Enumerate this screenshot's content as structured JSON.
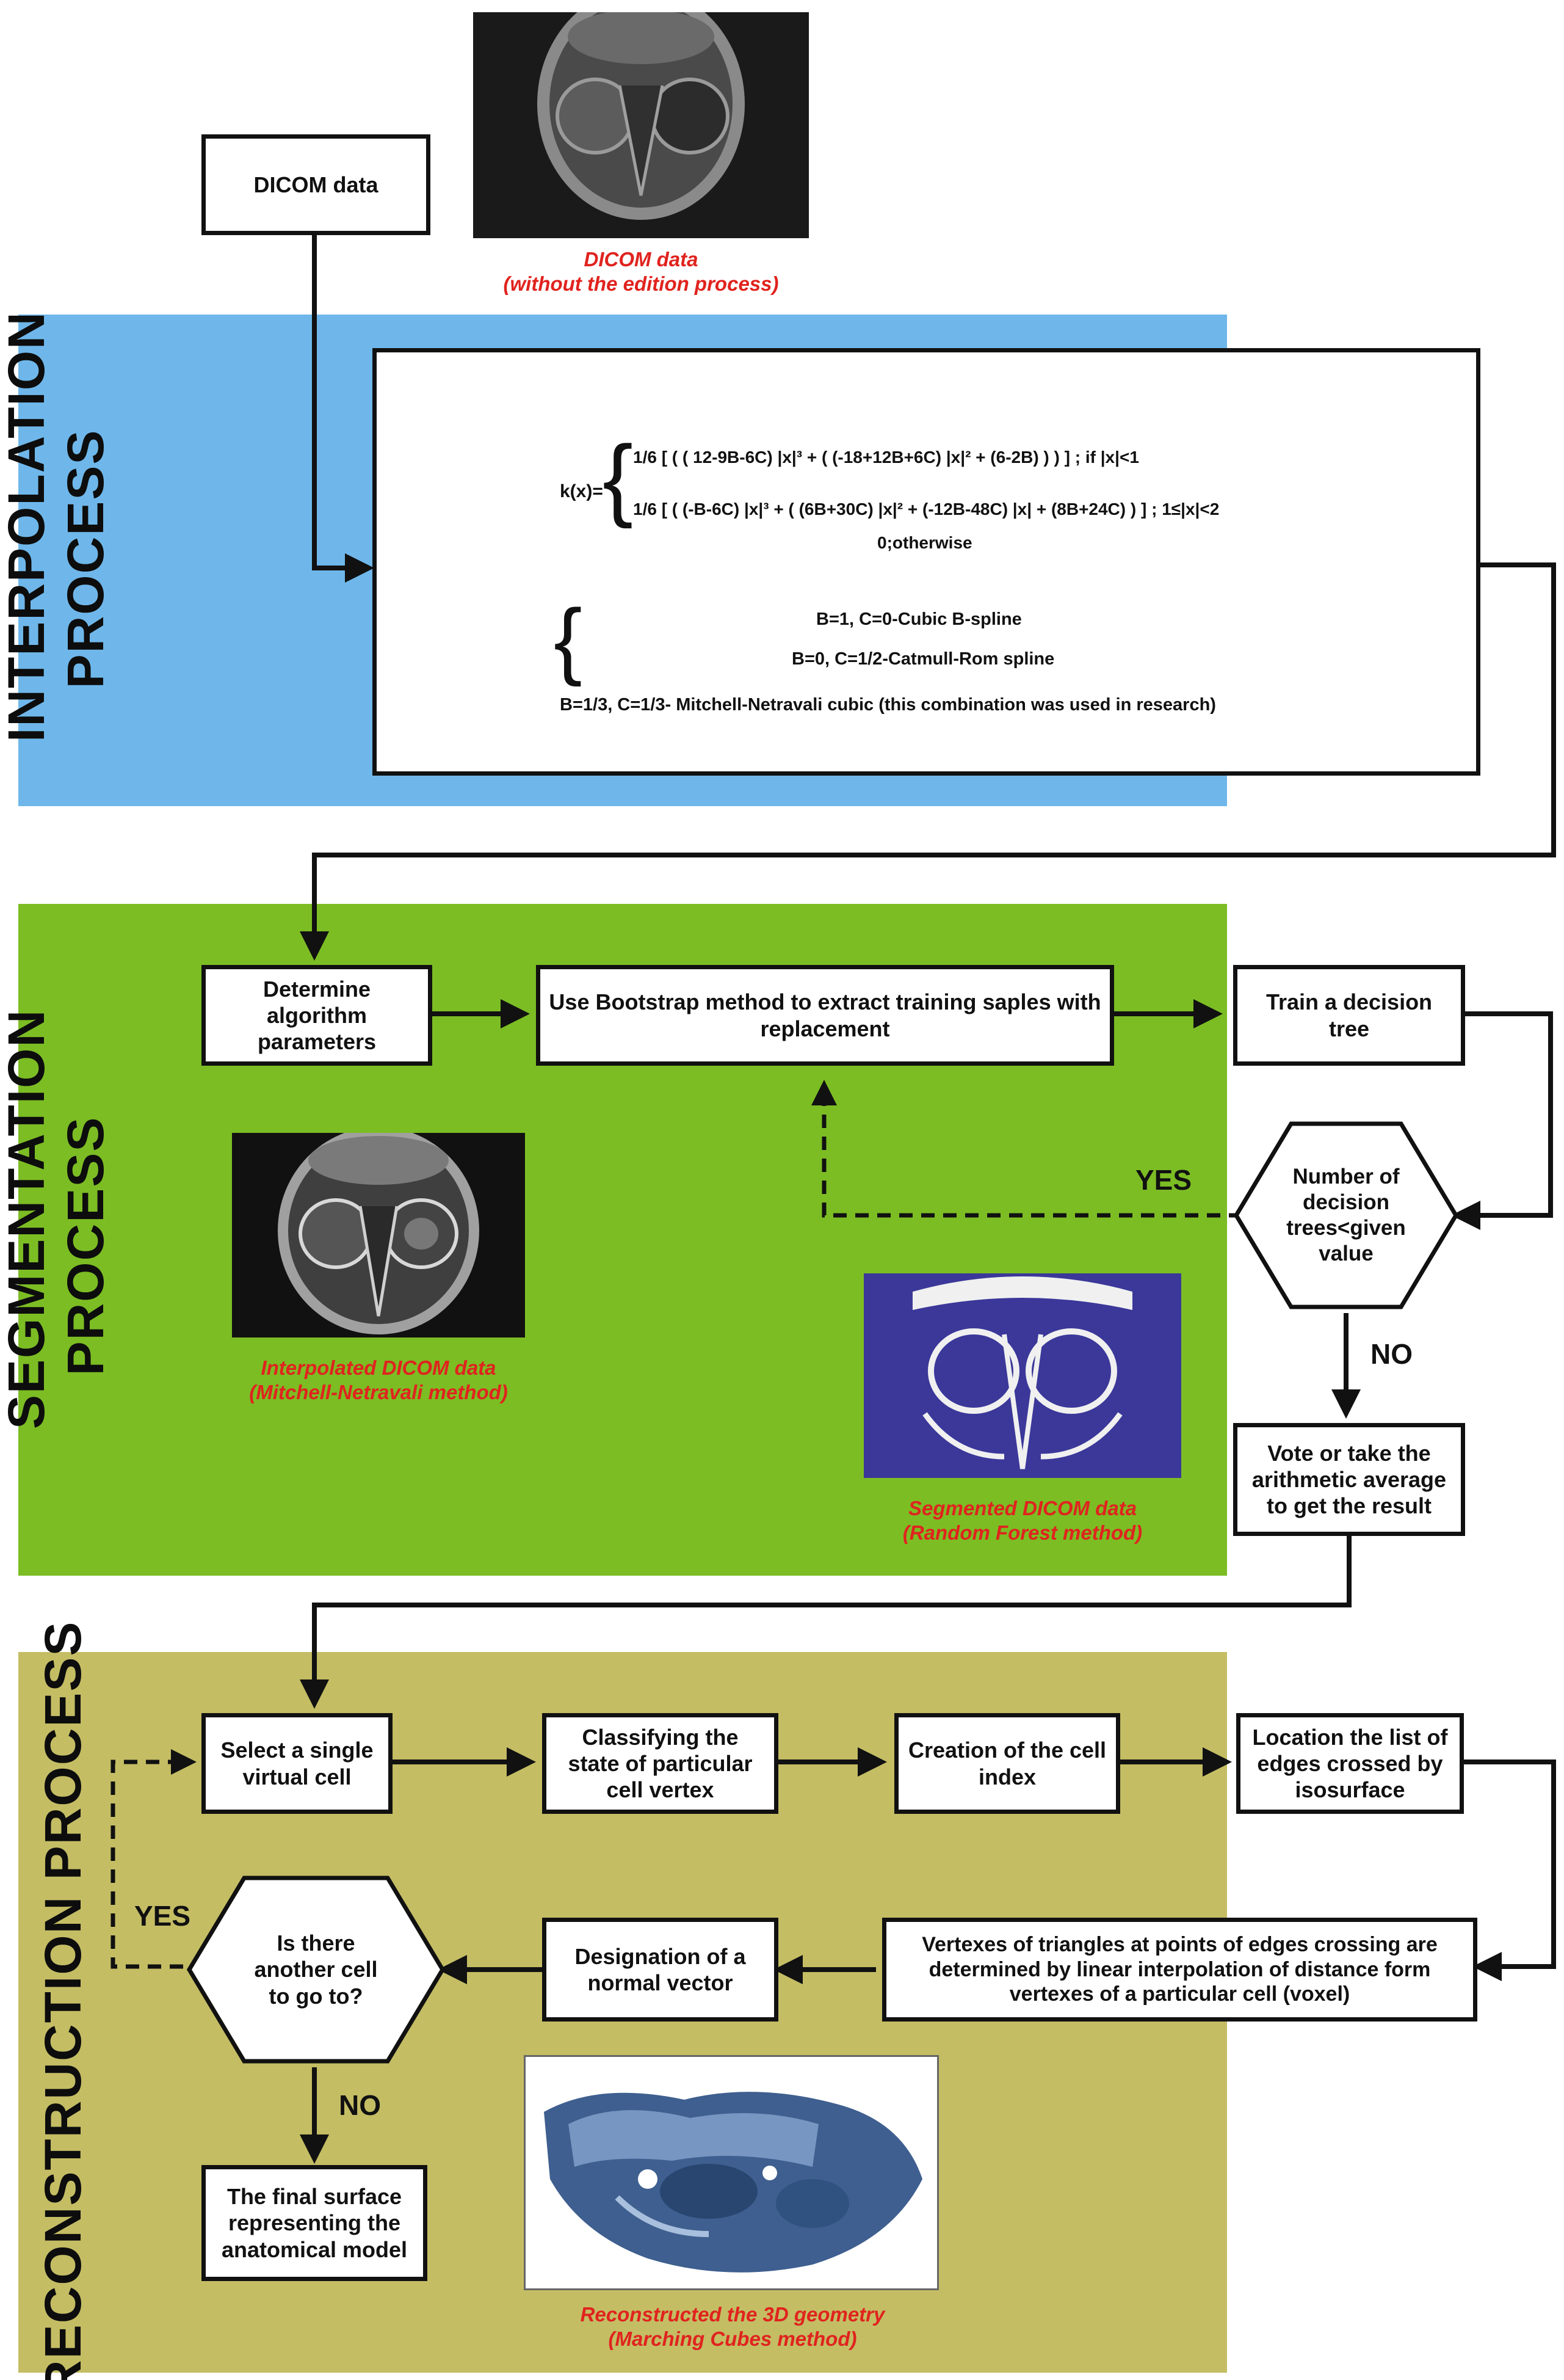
{
  "sections": {
    "interpolation": {
      "title_line1": "INTERPOLATION",
      "title_line2": "PROCESS",
      "color": "#6fb7ea"
    },
    "segmentation": {
      "title_line1": "SEGMENTATION",
      "title_line2": "PROCESS",
      "color": "#7cbd24"
    },
    "reconstruction": {
      "title": "RECONSTRUCTION PROCESS",
      "color": "#c4bd64"
    }
  },
  "top": {
    "dicom_box": "DICOM data",
    "dicom_caption": "DICOM data\n(without the edition process)"
  },
  "formula": {
    "lhs": "k(x)=",
    "row1": "1/6 [ ( ( 12-9B-6C) |x|³ + ( (-18+12B+6C) |x|² + (6-2B) ) ) ] ; if |x|<1",
    "row2": "1/6 [ ( (-B-6C) |x|³ + ( (6B+30C) |x|² + (-12B-48C) |x| + (8B+24C) ) ] ; 1≤|x|<2",
    "row3": "0;otherwise",
    "opt1": "B=1, C=0-Cubic B-spline",
    "opt2": "B=0, C=1/2-Catmull-Rom spline",
    "opt3": "B=1/3, C=1/3- Mitchell-Netravali cubic (this combination was used in research)"
  },
  "segmentation": {
    "determine": "Determine algorithm parameters",
    "bootstrap": "Use Bootstrap method to extract training saples with replacement",
    "train": "Train a decision tree",
    "number": "Number of decision trees<given value",
    "vote": "Vote or take the arithmetic average to get the result",
    "yes": "YES",
    "no": "NO",
    "interp_caption": "Interpolated DICOM data\n(Mitchell-Netravali method)",
    "seg_caption": "Segmented DICOM data\n(Random Forest method)"
  },
  "reconstruction": {
    "select": "Select a single virtual cell",
    "classify": "Classifying the state of particular cell vertex",
    "creation": "Creation of the cell index",
    "location": "Location the list of edges crossed by isosurface",
    "vertexes": "Vertexes of triangles at points of edges crossing are determined by linear interpolation of distance form vertexes of a particular cell (voxel)",
    "normal": "Designation of a normal vector",
    "another": "Is there another cell to go to?",
    "final": "The final surface representing the anatomical model",
    "yes": "YES",
    "no": "NO",
    "recon_caption": "Reconstructed the 3D geometry\n(Marching Cubes method)"
  }
}
